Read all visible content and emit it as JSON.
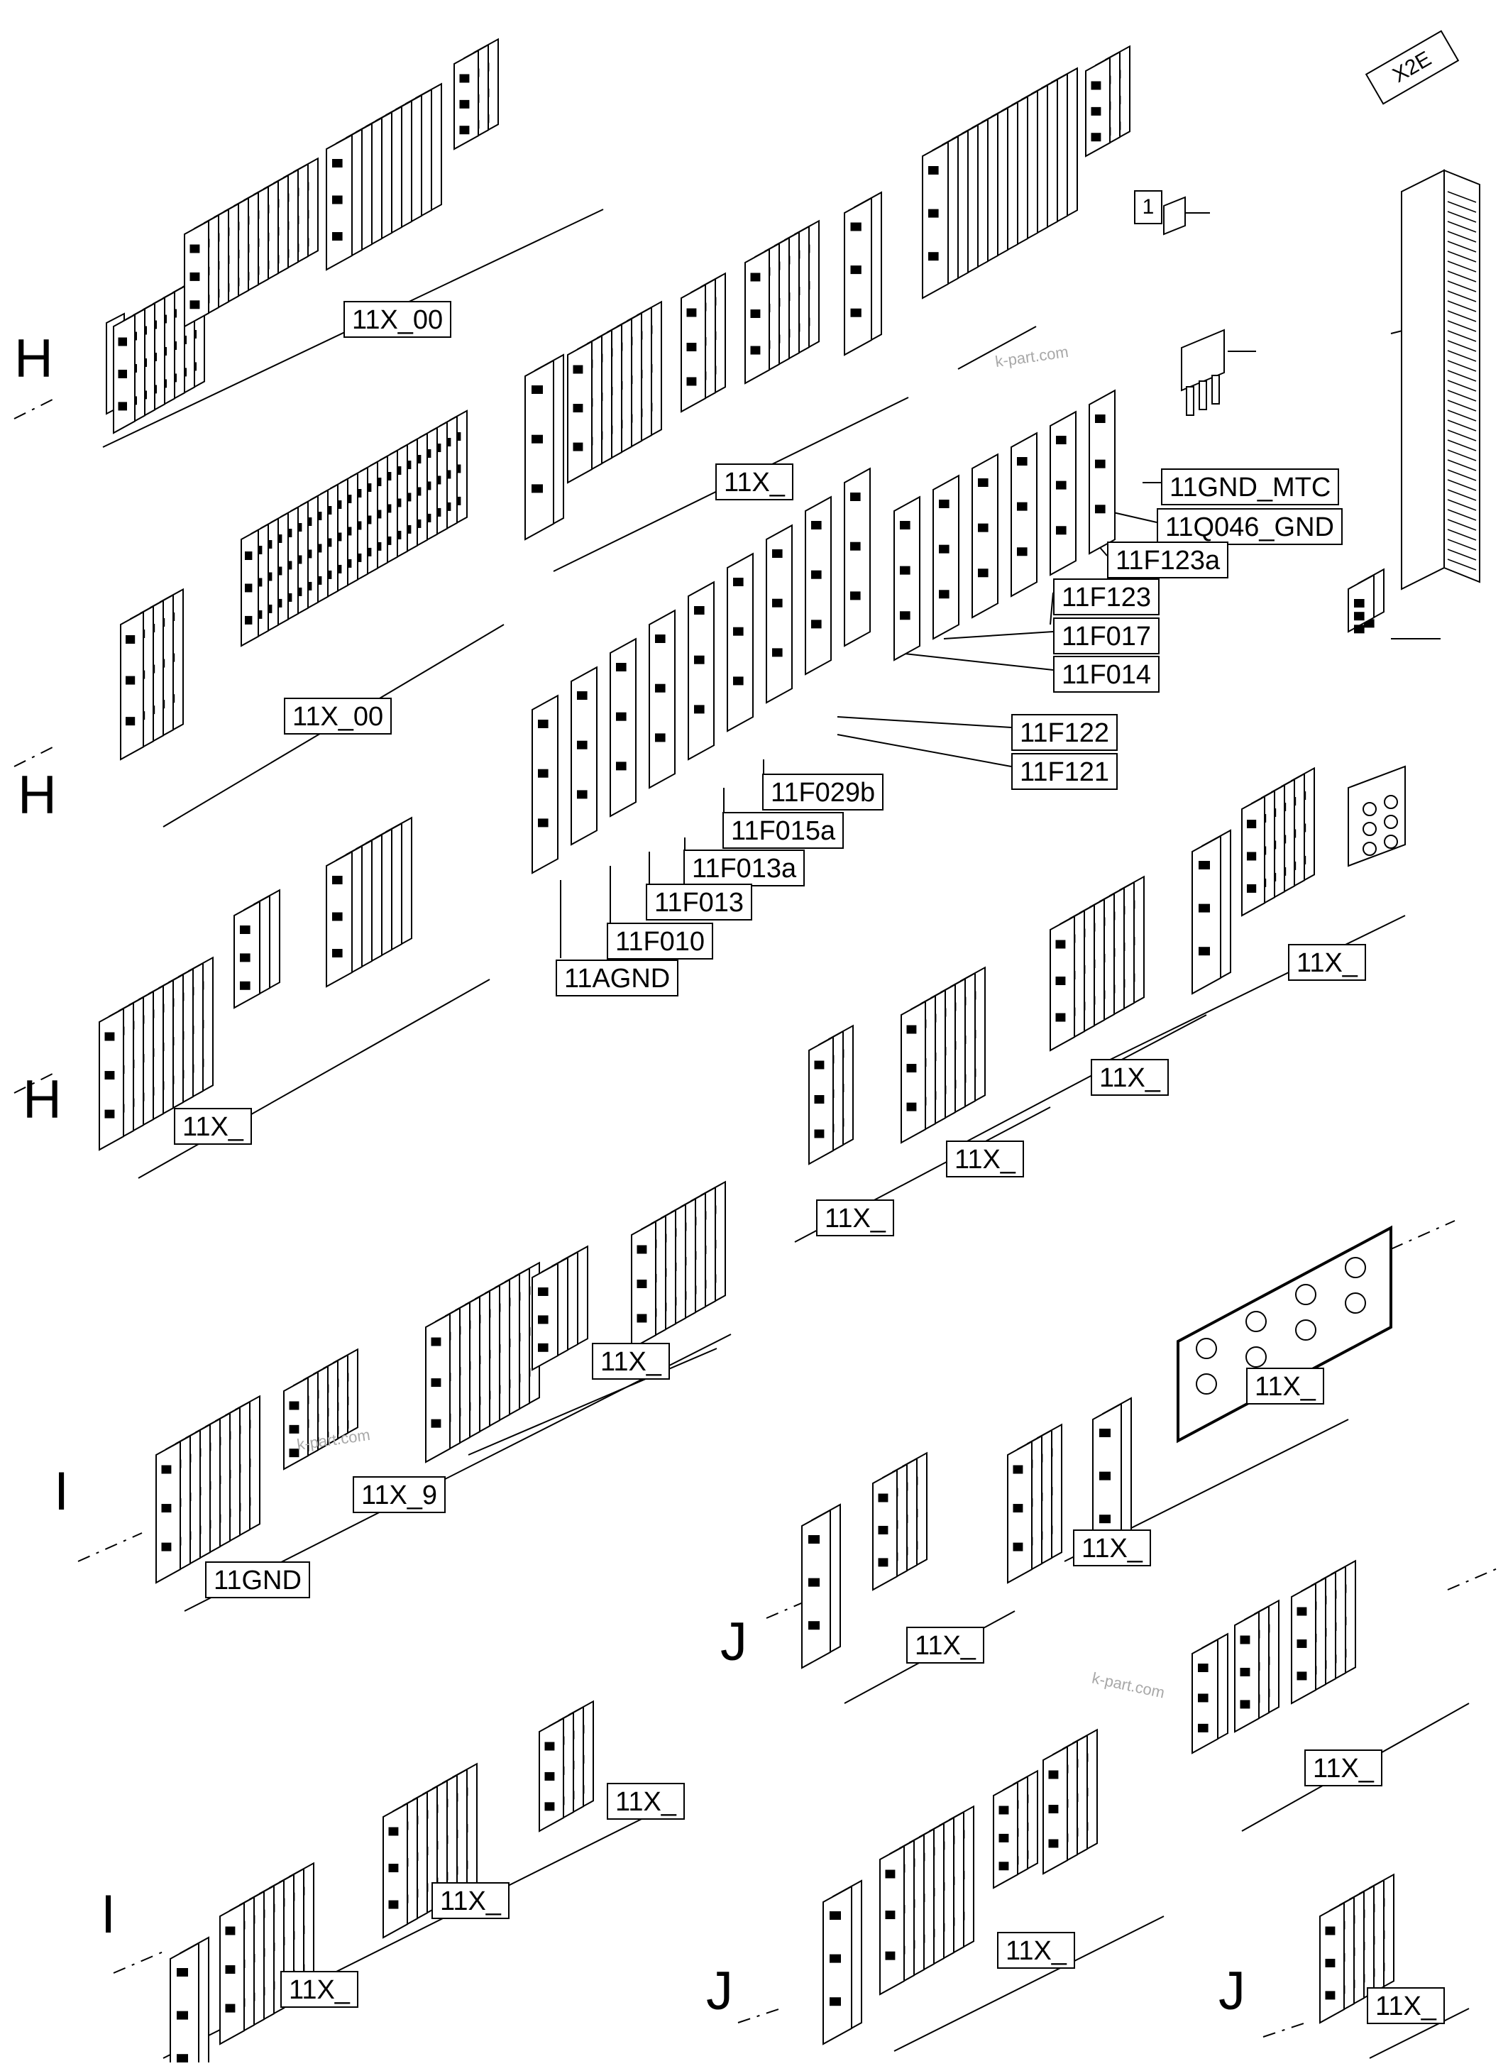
{
  "diagram": {
    "group_letters": [
      "H",
      "H",
      "H",
      "I",
      "I",
      "J",
      "J",
      "J"
    ],
    "labels": [
      "11X_00",
      "11X_",
      "11X_00",
      "11X_",
      "11GND_MTC",
      "11Q046_GND",
      "11F123a",
      "11F123",
      "11F017",
      "11F014",
      "11F122",
      "11F121",
      "11F029b",
      "11F015a",
      "11F013a",
      "11F013",
      "11F010",
      "11AGND",
      "11X_",
      "11X_",
      "11X_",
      "11X_",
      "11X_",
      "11X_9",
      "11GND",
      "11X_",
      "11X_",
      "11X_",
      "11X_",
      "11X_",
      "11X_",
      "11X_",
      "11X_",
      "11X_"
    ],
    "tag": "X2E",
    "page_index": "1",
    "watermark": "k-part.com"
  }
}
